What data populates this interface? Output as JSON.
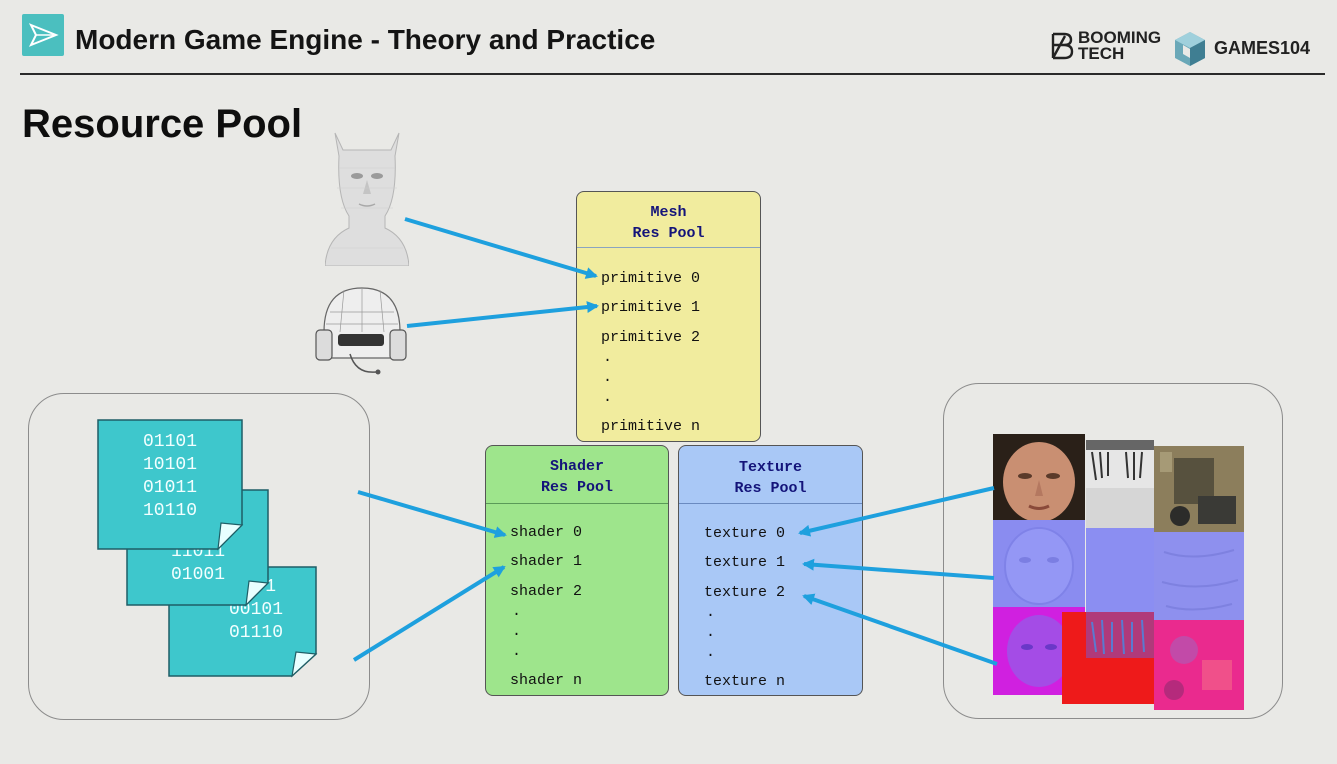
{
  "header": {
    "course_title": "Modern Game Engine - Theory and Practice",
    "brand_left": "BOOMING TECH",
    "brand_left_line1": "BOOMING",
    "brand_left_line2": "TECH",
    "brand_right": "GAMES104"
  },
  "slide": {
    "title": "Resource Pool"
  },
  "pools": {
    "mesh": {
      "title_line1": "Mesh",
      "title_line2": "Res Pool",
      "items": [
        "primitive 0",
        "primitive 1",
        "primitive 2"
      ],
      "last_item": "primitive n"
    },
    "shader": {
      "title_line1": "Shader",
      "title_line2": "Res Pool",
      "items": [
        "shader 0",
        "shader 1",
        "shader 2"
      ],
      "last_item": "shader n"
    },
    "texture": {
      "title_line1": "Texture",
      "title_line2": "Res Pool",
      "items": [
        "texture 0",
        "texture 1",
        "texture 2"
      ],
      "last_item": "texture n"
    }
  },
  "binary_files": [
    {
      "lines": [
        "01101",
        "10101",
        "01011",
        "10110"
      ]
    },
    {
      "lines": [
        "11011",
        "01001"
      ]
    },
    {
      "lines": [
        "1",
        "00101",
        "01110"
      ]
    }
  ],
  "colors": {
    "arrow": "#1ea0de",
    "file_card": "#3ec7cc",
    "mesh_pool": "#f1ec9e",
    "shader_pool": "#9ee58c",
    "texture_pool": "#a9c8f6",
    "accent_logo": "#4bbfbf"
  }
}
